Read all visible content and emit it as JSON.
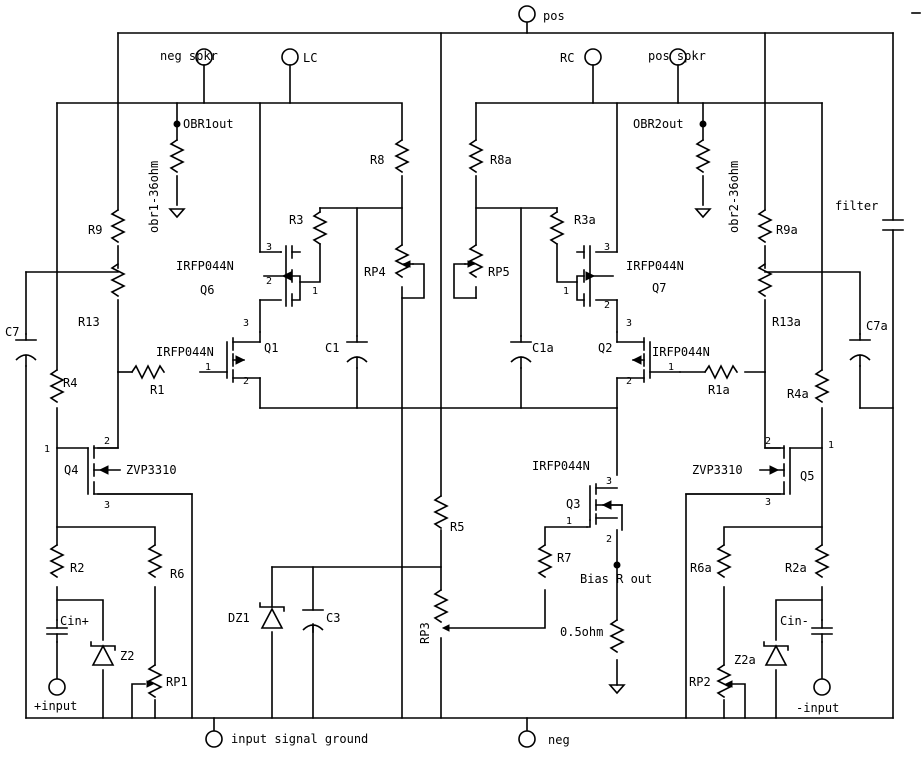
{
  "terminals": {
    "pos": "pos",
    "neg": "neg",
    "neg_spkr": "neg spkr",
    "pos_spkr": "pos spkr",
    "lc": "LC",
    "rc": "RC",
    "plus_input": "+input",
    "minus_input": "-input",
    "input_ground": "input signal ground",
    "bias_out": "Bias R out"
  },
  "nets": {
    "obr1out": "OBR1out",
    "obr2out": "OBR2out",
    "obr1": "obr1-36ohm",
    "obr2": "obr2-36ohm",
    "filter": "filter"
  },
  "parts": {
    "r1": "R1",
    "r1a": "R1a",
    "r2": "R2",
    "r2a": "R2a",
    "r3": "R3",
    "r3a": "R3a",
    "r4": "R4",
    "r4a": "R4a",
    "r5": "R5",
    "r6": "R6",
    "r6a": "R6a",
    "r7": "R7",
    "r8": "R8",
    "r8a": "R8a",
    "r9": "R9",
    "r9a": "R9a",
    "r13": "R13",
    "r13a": "R13a",
    "rp1": "RP1",
    "rp2": "RP2",
    "rp3": "RP3",
    "rp4": "RP4",
    "rp5": "RP5",
    "c1": "C1",
    "c1a": "C1a",
    "c3": "C3",
    "c7": "C7",
    "c7a": "C7a",
    "cin_p": "Cin+",
    "cin_m": "Cin-",
    "dz1": "DZ1",
    "z2": "Z2",
    "z2a": "Z2a",
    "q1": "Q1",
    "q2": "Q2",
    "q3": "Q3",
    "q4": "Q4",
    "q5": "Q5",
    "q6": "Q6",
    "q7": "Q7",
    "irfp": "IRFP044N",
    "zvp": "ZVP3310",
    "half_ohm": "0.5ohm"
  },
  "pins": {
    "p1": "1",
    "p2": "2",
    "p3": "3"
  }
}
